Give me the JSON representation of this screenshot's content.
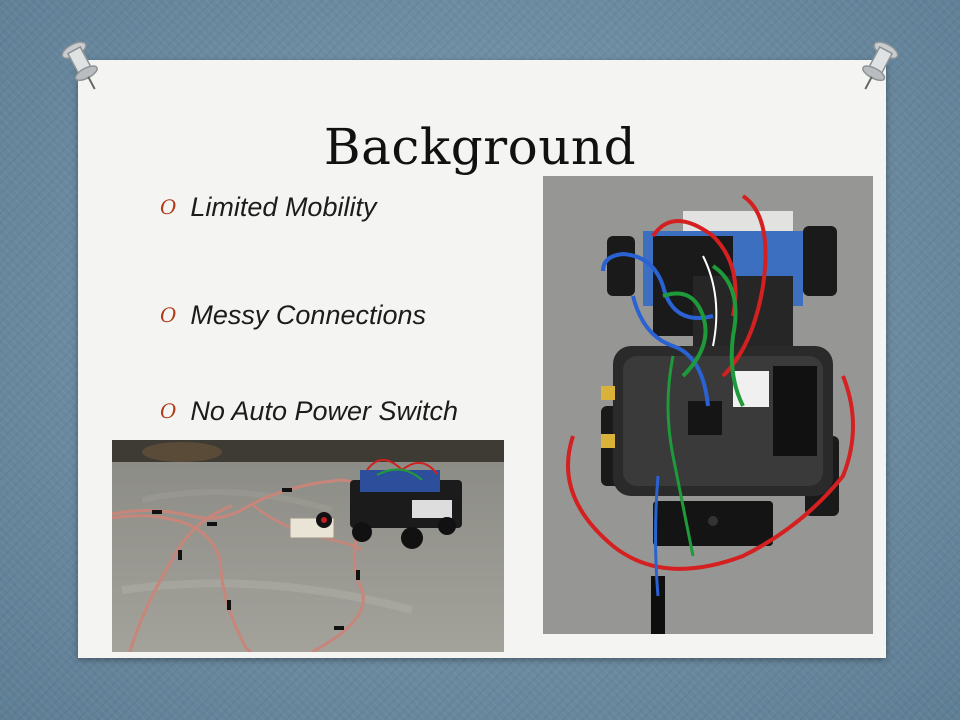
{
  "slide": {
    "title": "Background",
    "bullets": [
      {
        "marker": "O",
        "text": "Limited Mobility"
      },
      {
        "marker": "O",
        "text": "Messy Connections"
      },
      {
        "marker": "O",
        "text": "No Auto Power Switch"
      }
    ]
  },
  "images": {
    "left_photo": "robot-on-floor-with-wire-loop",
    "right_photo": "robot-closeup-with-wiring"
  },
  "colors": {
    "background": "#6f8fa6",
    "slide": "#f4f5f3",
    "bullet_marker": "#b23a1a",
    "text": "#1c1c1c"
  }
}
